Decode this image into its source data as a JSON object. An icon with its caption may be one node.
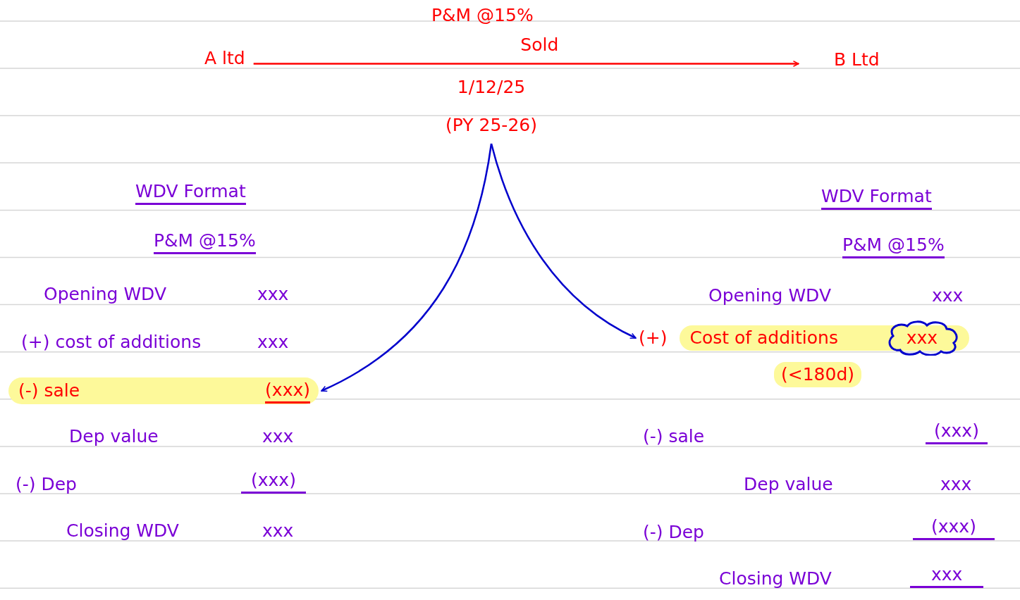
{
  "diagram": {
    "nodes": [
      {
        "text": [
          "A ltd"
        ]
      },
      {
        "text": [
          "B Ltd"
        ]
      },
      {
        "text": [
          "1/12/25",
          "(PY 25-26)"
        ]
      },
      {
        "text": [
          "(-) sale",
          "(xxx)"
        ]
      },
      {
        "text": [
          "(+)",
          "Cost of additions",
          "xxx"
        ]
      }
    ],
    "edges": [
      {
        "from": 0,
        "to": 1,
        "arrow": "to",
        "label": "Sold",
        "color": "#ff0000"
      },
      {
        "from": 2,
        "to": 3,
        "arrow": "to"
      },
      {
        "from": 2,
        "to": 4,
        "arrow": "to"
      }
    ],
    "labels": [
      "P&M @15%",
      "WDV Format",
      "P&M @15%",
      "Opening WDV",
      "xxx",
      "(+) cost of additions",
      "xxx",
      "Dep value",
      "xxx",
      "(-) Dep",
      "(xxx)",
      "Closing WDV",
      "xxx",
      "WDV Format",
      "P&M @15%",
      "Opening WDV",
      "xxx",
      "(<180d)",
      "(-) sale",
      "(xxx)",
      "Dep value",
      "xxx",
      "(-) Dep",
      "(xxx)",
      "Closing WDV",
      "xxx"
    ]
  }
}
